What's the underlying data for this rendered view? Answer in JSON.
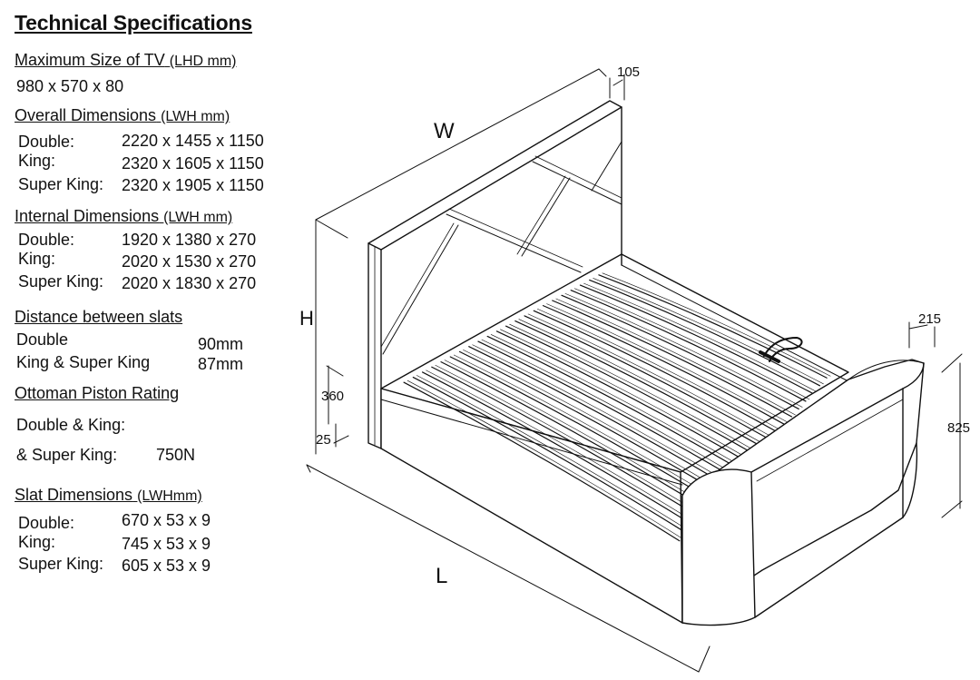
{
  "title": "Technical Specifications",
  "tv": {
    "heading": "Maximum Size of TV",
    "unit": "(LHD mm)",
    "value": "980 x 570 x 80"
  },
  "overall": {
    "heading": "Overall Dimensions",
    "unit": "(LWH mm)",
    "rows": [
      {
        "label": "Double:",
        "value": "2220 x 1455 x 1150"
      },
      {
        "label": "King:",
        "value": "2320 x 1605 x 1150"
      },
      {
        "label": "Super King:",
        "value": "2320 x 1905 x 1150"
      }
    ]
  },
  "internal": {
    "heading": "Internal Dimensions",
    "unit": "(LWH mm)",
    "rows": [
      {
        "label": "Double:",
        "value": "1920 x 1380 x 270"
      },
      {
        "label": "King:",
        "value": "2020 x 1530 x 270"
      },
      {
        "label": "Super King:",
        "value": "2020 x 1830 x 270"
      }
    ]
  },
  "slats_distance": {
    "heading": "Distance between slats",
    "rows": [
      {
        "label": "Double",
        "value": "90mm"
      },
      {
        "label": "King & Super King",
        "value": "87mm"
      }
    ]
  },
  "piston": {
    "heading": "Ottoman Piston Rating",
    "line1": "Double & King:",
    "line2": "& Super King:",
    "value": "750N"
  },
  "slat_dims": {
    "heading": "Slat Dimensions",
    "unit": "(LWHmm)",
    "rows": [
      {
        "label": "Double:",
        "value": "670 x 53  x 9"
      },
      {
        "label": "King:",
        "value": "745 x 53 x 9"
      },
      {
        "label": "Super King:",
        "value": "605 x 53  x 9"
      }
    ]
  },
  "diagram": {
    "label_w": "W",
    "label_h": "H",
    "label_l": "L",
    "dim_105": "105",
    "dim_215": "215",
    "dim_360": "360",
    "dim_25": "25",
    "dim_825": "825"
  }
}
